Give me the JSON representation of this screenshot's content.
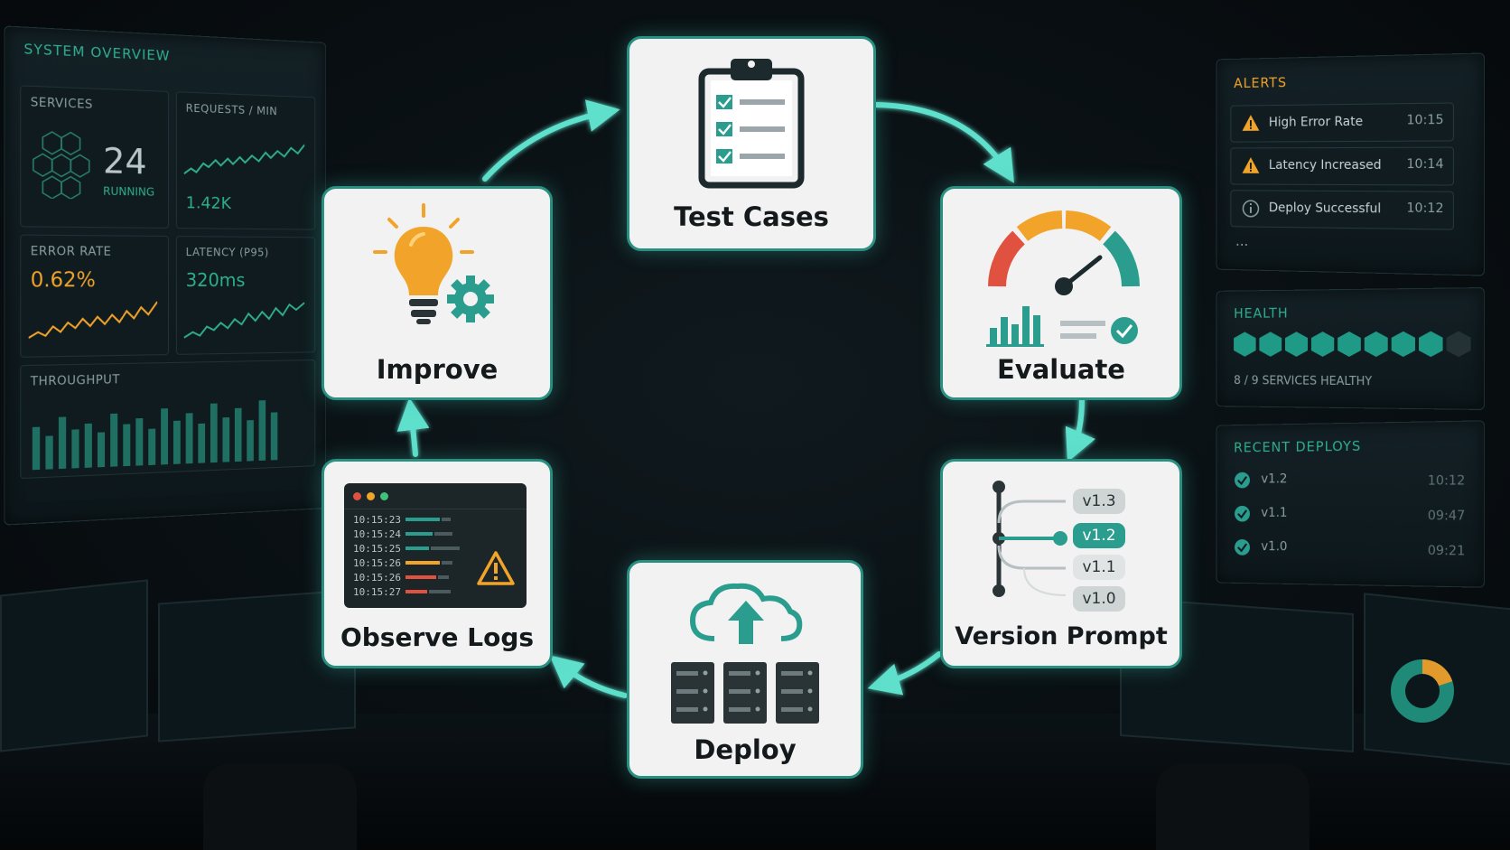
{
  "dashboard_left": {
    "title": "SYSTEM OVERVIEW",
    "services": {
      "label": "SERVICES",
      "count": "24",
      "status": "RUNNING"
    },
    "requests": {
      "label": "REQUESTS / MIN",
      "value": "1.42K"
    },
    "error_rate": {
      "label": "ERROR RATE",
      "value": "0.62%"
    },
    "latency": {
      "label": "LATENCY (P95)",
      "value": "320ms"
    },
    "throughput": {
      "label": "THROUGHPUT"
    }
  },
  "dashboard_right": {
    "alerts": {
      "title": "ALERTS",
      "items": [
        {
          "icon": "warning-icon",
          "text": "High Error Rate",
          "time": "10:15"
        },
        {
          "icon": "warning-icon",
          "text": "Latency Increased",
          "time": "10:14"
        },
        {
          "icon": "info-icon",
          "text": "Deploy Successful",
          "time": "10:12"
        }
      ],
      "more": "..."
    },
    "health": {
      "title": "HEALTH",
      "healthy": 8,
      "total": 9,
      "summary": "8 / 9 SERVICES HEALTHY"
    },
    "recent_deploys": {
      "title": "RECENT DEPLOYS",
      "items": [
        {
          "version": "v1.2",
          "time": "10:12"
        },
        {
          "version": "v1.1",
          "time": "09:47"
        },
        {
          "version": "v1.0",
          "time": "09:21"
        }
      ]
    }
  },
  "cycle": {
    "nodes": [
      {
        "id": "test-cases",
        "label": "Test Cases",
        "icon": "clipboard-checklist-icon"
      },
      {
        "id": "evaluate",
        "label": "Evaluate",
        "icon": "gauge-icon"
      },
      {
        "id": "version-prompt",
        "label": "Version Prompt",
        "icon": "version-tree-icon"
      },
      {
        "id": "deploy",
        "label": "Deploy",
        "icon": "cloud-upload-icon"
      },
      {
        "id": "observe-logs",
        "label": "Observe Logs",
        "icon": "log-terminal-icon"
      },
      {
        "id": "improve",
        "label": "Improve",
        "icon": "lightbulb-gear-icon"
      }
    ],
    "versions": [
      "v1.3",
      "v1.2",
      "v1.1",
      "v1.0"
    ],
    "log_times": [
      "10:15:23",
      "10:15:24",
      "10:15:25",
      "10:15:26",
      "10:15:26",
      "10:15:27"
    ]
  },
  "colors": {
    "accent": "#2a9d8f",
    "arrow": "#5fe0cc",
    "warning": "#f2a32a",
    "error": "#e0523f",
    "card": "#f1f2f1"
  }
}
